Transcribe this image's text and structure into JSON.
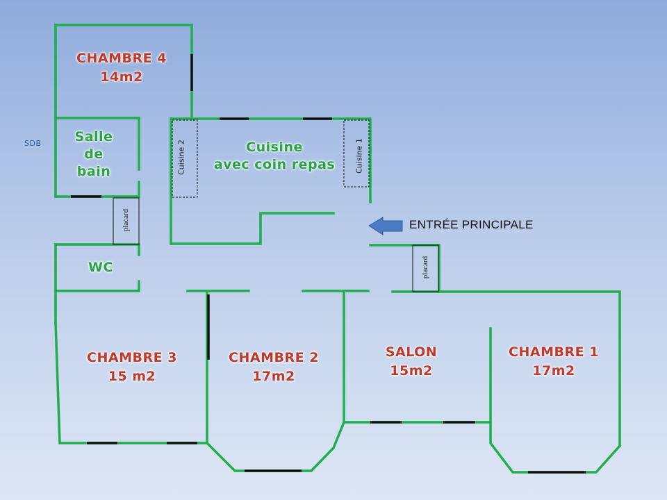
{
  "rooms": {
    "chambre4": {
      "name": "CHAMBRE 4",
      "area": "14m2"
    },
    "salle_de_bain": {
      "line1": "Salle",
      "line2": "de",
      "line3": "bain"
    },
    "cuisine": {
      "line1": "Cuisine",
      "line2": "avec coin repas"
    },
    "wc": {
      "name": "WC"
    },
    "chambre3": {
      "name": "CHAMBRE 3",
      "area": "15 m2"
    },
    "chambre2": {
      "name": "CHAMBRE 2",
      "area": "17m2"
    },
    "salon": {
      "name": "SALON",
      "area": "15m2"
    },
    "chambre1": {
      "name": "CHAMBRE 1",
      "area": "17m2"
    }
  },
  "labels": {
    "sdb": "SDB",
    "placard_1": "placard",
    "placard_2": "placard",
    "cuisine_1": "Cuisine 1",
    "cuisine_2": "Cuisine  2",
    "entree": "ENTRÉE PRINCIPALE"
  },
  "colors": {
    "wall": "#1fae4b",
    "window": "#111111",
    "room_name": "#c0392b",
    "room_name_green": "#27a244",
    "arrow": "#4a7cc4"
  }
}
